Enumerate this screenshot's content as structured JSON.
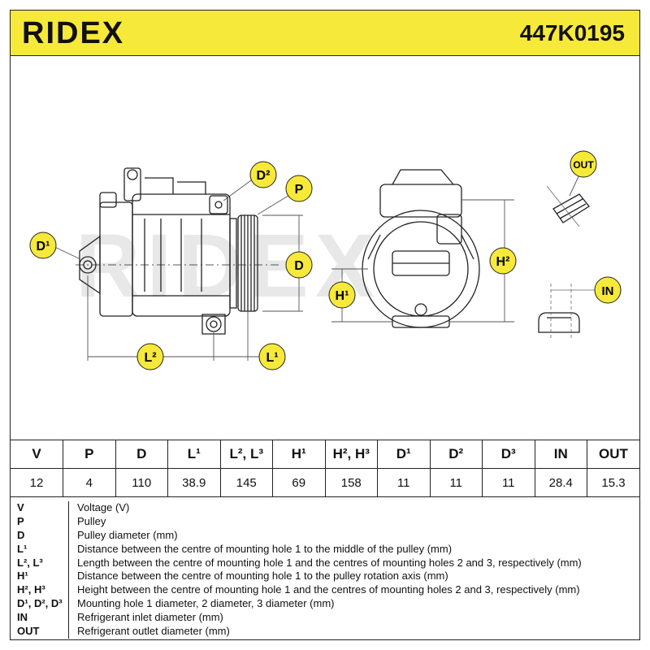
{
  "header": {
    "brand": "RIDEX",
    "part_number": "447K0195"
  },
  "drawing": {
    "labels": {
      "d1": "D¹",
      "d2": "D²",
      "p": "P",
      "d": "D",
      "l2": "L²",
      "l1": "L¹",
      "h1": "H¹",
      "h2": "H²",
      "out": "OUT",
      "in": "IN"
    },
    "watermark": "RIDEX",
    "colors": {
      "badge": "#f7e93a",
      "line": "#222222",
      "watermark": "#e6e6e6"
    }
  },
  "specs": {
    "headers": [
      "V",
      "P",
      "D",
      "L¹",
      "L², L³",
      "H¹",
      "H², H³",
      "D¹",
      "D²",
      "D³",
      "IN",
      "OUT"
    ],
    "values": [
      "12",
      "4",
      "110",
      "38.9",
      "145",
      "69",
      "158",
      "11",
      "11",
      "11",
      "28.4",
      "15.3"
    ]
  },
  "legend": [
    {
      "key": "V",
      "desc": "Voltage (V)"
    },
    {
      "key": "P",
      "desc": "Pulley"
    },
    {
      "key": "D",
      "desc": "Pulley diameter (mm)"
    },
    {
      "key": "L¹",
      "desc": "Distance between the centre of mounting hole 1 to the middle of the pulley (mm)"
    },
    {
      "key": "L², L³",
      "desc": "Length between the centre of mounting hole 1 and the centres of mounting holes 2 and 3, respectively (mm)"
    },
    {
      "key": "H¹",
      "desc": "Distance between the centre of mounting hole 1 to the pulley rotation axis (mm)"
    },
    {
      "key": "H², H³",
      "desc": "Height between the centre of mounting hole 1 and the centres of mounting holes 2 and 3, respectively (mm)"
    },
    {
      "key": "D¹, D², D³",
      "desc": "Mounting hole 1 diameter, 2 diameter, 3 diameter (mm)"
    },
    {
      "key": "IN",
      "desc": "Refrigerant inlet diameter (mm)"
    },
    {
      "key": "OUT",
      "desc": "Refrigerant outlet diameter (mm)"
    }
  ]
}
